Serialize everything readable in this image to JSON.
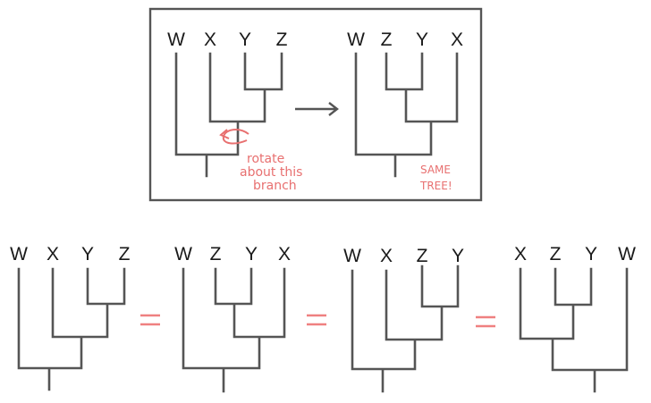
{
  "colors": {
    "branch": "#555555",
    "annotation": "#e87070",
    "frame": "#555555",
    "leaf_text": "#1a1a1a"
  },
  "top_box": {
    "before_tree": {
      "leaves": [
        "W",
        "X",
        "Y",
        "Z"
      ]
    },
    "after_tree": {
      "leaves": [
        "W",
        "Z",
        "Y",
        "X"
      ]
    },
    "rotate_note": [
      "rotate",
      "about this",
      "branch"
    ],
    "same_note": [
      "SAME",
      "TREE!"
    ]
  },
  "bottom_row": {
    "trees": [
      {
        "leaves": [
          "W",
          "X",
          "Y",
          "Z"
        ]
      },
      {
        "leaves": [
          "W",
          "Z",
          "Y",
          "X"
        ]
      },
      {
        "leaves": [
          "W",
          "X",
          "Z",
          "Y"
        ]
      },
      {
        "leaves": [
          "X",
          "Z",
          "Y",
          "W"
        ]
      }
    ],
    "equals_sign": "="
  },
  "icons": [
    "rotate-arrow-icon",
    "right-arrow-icon"
  ]
}
